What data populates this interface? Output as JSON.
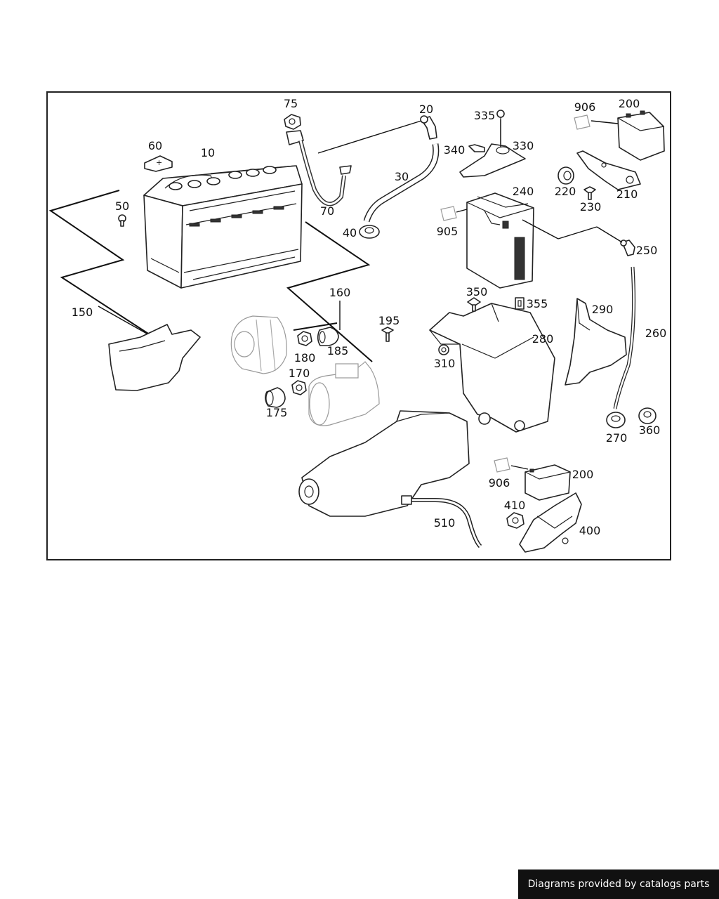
{
  "callouts": {
    "c10": "10",
    "c20": "20",
    "c30": "30",
    "c40": "40",
    "c50": "50",
    "c60": "60",
    "c70": "70",
    "c75": "75",
    "c150": "150",
    "c160": "160",
    "c170": "170",
    "c175": "175",
    "c180": "180",
    "c185": "185",
    "c195": "195",
    "c200a": "200",
    "c200b": "200",
    "c210": "210",
    "c220": "220",
    "c230": "230",
    "c240": "240",
    "c250": "250",
    "c260": "260",
    "c270": "270",
    "c280": "280",
    "c290": "290",
    "c310": "310",
    "c330": "330",
    "c335": "335",
    "c340": "340",
    "c350": "350",
    "c355": "355",
    "c360": "360",
    "c400": "400",
    "c410": "410",
    "c510": "510",
    "c905": "905",
    "c906a": "906",
    "c906b": "906"
  },
  "credit": "Diagrams provided by catalogs parts"
}
